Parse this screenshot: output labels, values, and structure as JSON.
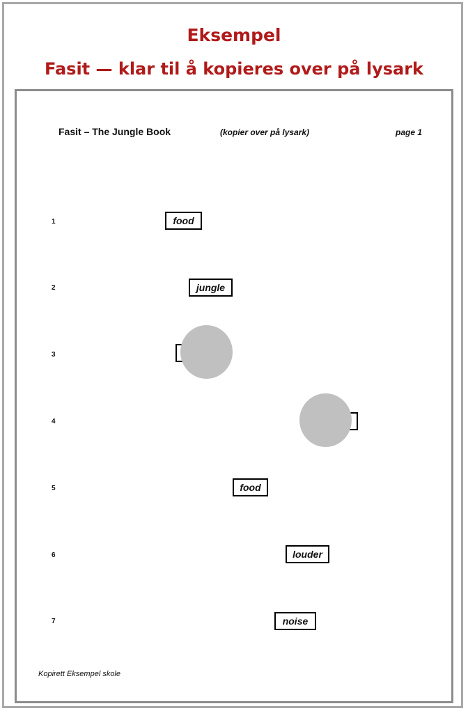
{
  "header": {
    "title": "Eksempel",
    "subtitle": "Fasit — klar til å kopieres over på lysark"
  },
  "sheet": {
    "title": "Fasit – The Jungle Book",
    "note": "(kopier over på lysark)",
    "page": "page 1"
  },
  "rows": [
    {
      "number": "1",
      "answer": "food"
    },
    {
      "number": "2",
      "answer": "jungle"
    },
    {
      "number": "3",
      "answer": ""
    },
    {
      "number": "4",
      "answer": ""
    },
    {
      "number": "5",
      "answer": "food"
    },
    {
      "number": "6",
      "answer": "louder"
    },
    {
      "number": "7",
      "answer": "noise"
    }
  ],
  "footer": {
    "copyright": "Kopirett Eksempel skole"
  },
  "colors": {
    "title_red": "#b01a1a",
    "cover_gray": "#c0c0c0"
  }
}
